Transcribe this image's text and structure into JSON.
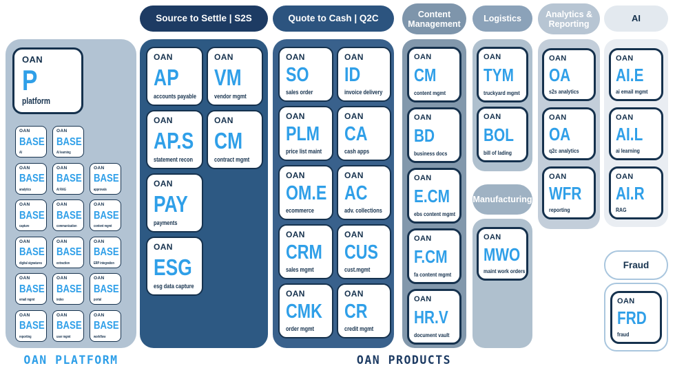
{
  "brand": "OAN",
  "captions": {
    "platform": "OAN PLATFORM",
    "products": "OAN PRODUCTS"
  },
  "colors": {
    "accent_blue": "#2f9fe8",
    "navy": "#15314d",
    "platform_body": "#b2c3d3",
    "s2s_header": "#1d3b63",
    "s2s_body": "#2d5983",
    "q2c_header": "#2c547f",
    "q2c_body": "#39618c",
    "content_header": "#7e95ab",
    "content_body": "#8298ac",
    "logistics_header": "#8ba2b9",
    "logistics_body": "#afc0ce",
    "manufacturing_header": "#9fb2c3",
    "analytics_header": "#b7c5d3",
    "analytics_body": "#c3ceda",
    "ai_header": "#e3e9ef",
    "ai_body": "#e9edf2",
    "fraud_border": "#a9c6de"
  },
  "platform": {
    "main_card": {
      "acronym": "P",
      "label": "platform"
    },
    "base_acronym": "BASE",
    "base_cards": [
      {
        "label": "AI"
      },
      {
        "label": "AI learning"
      },
      {
        "label": "analytics"
      },
      {
        "label": "AI RAG"
      },
      {
        "label": "approvals"
      },
      {
        "label": "capture"
      },
      {
        "label": "communication"
      },
      {
        "label": "content mgmt"
      },
      {
        "label": "digital signatures"
      },
      {
        "label": "extraction"
      },
      {
        "label": "ERP integration"
      },
      {
        "label": "email mgmt"
      },
      {
        "label": "index"
      },
      {
        "label": "portal"
      },
      {
        "label": "reporting"
      },
      {
        "label": "user mgmt"
      },
      {
        "label": "workflow"
      }
    ]
  },
  "s2s": {
    "header": "Source to Settle | S2S",
    "cards": [
      {
        "acronym": "AP",
        "label": "accounts payable"
      },
      {
        "acronym": "VM",
        "label": "vendor mgmt"
      },
      {
        "acronym": "AP.S",
        "label": "statement recon"
      },
      {
        "acronym": "CM",
        "label": "contract mgmt"
      },
      {
        "acronym": "PAY",
        "label": "payments"
      },
      {
        "acronym": "ESG",
        "label": "esg data capture"
      }
    ]
  },
  "q2c": {
    "header": "Quote to Cash | Q2C",
    "cards": [
      {
        "acronym": "SO",
        "label": "sales order"
      },
      {
        "acronym": "ID",
        "label": "invoice delivery"
      },
      {
        "acronym": "PLM",
        "label": "price list maint"
      },
      {
        "acronym": "CA",
        "label": "cash apps"
      },
      {
        "acronym": "OM.E",
        "label": "ecommerce"
      },
      {
        "acronym": "AC",
        "label": "adv. collections"
      },
      {
        "acronym": "CRM",
        "label": "sales mgmt"
      },
      {
        "acronym": "CUS",
        "label": "cust.mgmt"
      },
      {
        "acronym": "CMK",
        "label": "order mgmt"
      },
      {
        "acronym": "CR",
        "label": "credit mgmt"
      }
    ]
  },
  "content_mgmt": {
    "header": "Content Management",
    "cards": [
      {
        "acronym": "CM",
        "label": "content mgmt"
      },
      {
        "acronym": "BD",
        "label": "business docs"
      },
      {
        "acronym": "E.CM",
        "label": "ebs content mgmt"
      },
      {
        "acronym": "F.CM",
        "label": "fa content mgmt"
      },
      {
        "acronym": "HR.V",
        "label": "document vault"
      }
    ]
  },
  "logistics": {
    "header": "Logistics",
    "cards": [
      {
        "acronym": "TYM",
        "label": "truckyard mgmt"
      },
      {
        "acronym": "BOL",
        "label": "bill of lading"
      }
    ]
  },
  "manufacturing": {
    "header": "Manufacturing",
    "cards": [
      {
        "acronym": "MWO",
        "label": "maint work orders"
      }
    ]
  },
  "analytics": {
    "header": "Analytics & Reporting",
    "cards": [
      {
        "acronym": "OA",
        "label": "s2s analytics"
      },
      {
        "acronym": "OA",
        "label": "q2c analytics"
      },
      {
        "acronym": "WFR",
        "label": "reporting"
      }
    ]
  },
  "ai": {
    "header": "AI",
    "cards": [
      {
        "acronym": "AI.E",
        "label": "ai email mgmt"
      },
      {
        "acronym": "AI.L",
        "label": "ai learning"
      },
      {
        "acronym": "AI.R",
        "label": "RAG"
      }
    ]
  },
  "fraud": {
    "header": "Fraud",
    "cards": [
      {
        "acronym": "FRD",
        "label": "fraud"
      }
    ]
  }
}
